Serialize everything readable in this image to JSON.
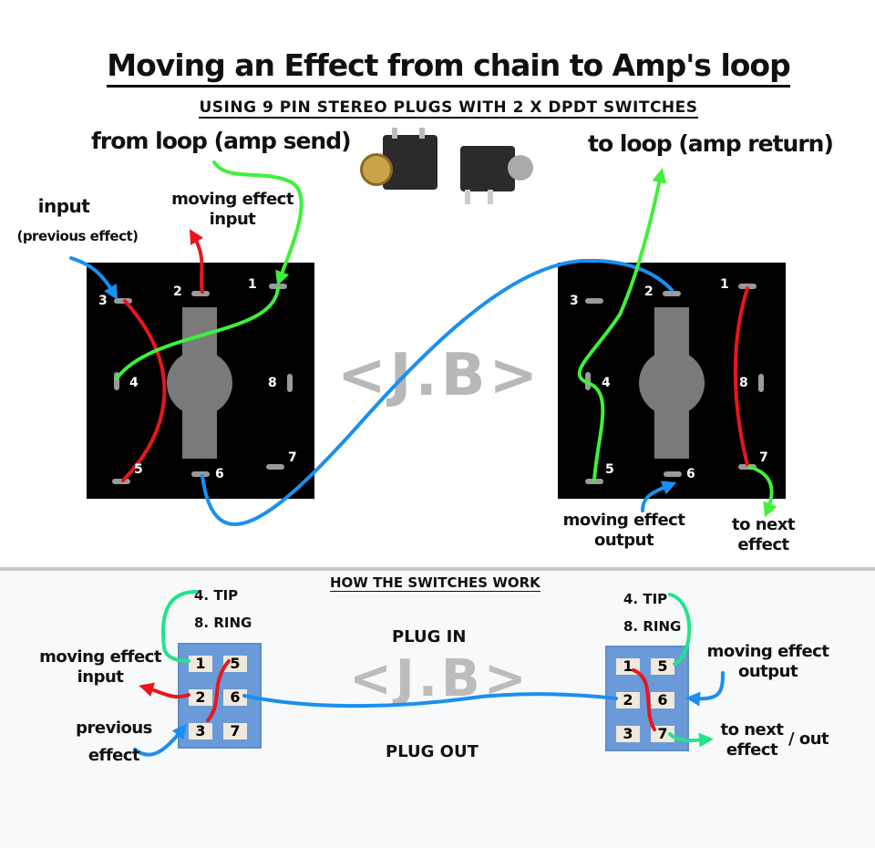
{
  "title": "Moving an Effect from chain to Amp's loop",
  "subtitle": "USING 9 PIN STEREO PLUGS WITH 2 X DPDT SWITCHES",
  "labels": {
    "from_loop": "from loop (amp send)",
    "to_loop": "to loop (amp return)",
    "input": "input",
    "input_sub": "(previous effect)",
    "moving_input": "moving effect",
    "moving_input2": "input",
    "moving_output": "moving effect",
    "moving_output2": "output",
    "to_next": "to next",
    "to_next2": "effect"
  },
  "watermark": "<J.B>",
  "pins": [
    "1",
    "2",
    "3",
    "4",
    "5",
    "6",
    "7",
    "8"
  ],
  "bottom": {
    "heading": "HOW THE SWITCHES WORK",
    "plug_in": "PLUG IN",
    "plug_out": "PLUG OUT",
    "tip": "4. TIP",
    "ring": "8. RING",
    "left_moving": "moving effect",
    "left_moving2": "input",
    "previous": "previous",
    "previous2": "effect",
    "right_moving": "moving effect",
    "right_moving2": "output",
    "to_next": "to next",
    "to_next2": "effect",
    "out": "/ out"
  },
  "colors": {
    "red": "#e8161b",
    "green": "#3ef03a",
    "blue": "#1a8ff0",
    "teal": "#22e48a",
    "switch": "#6a9ad8"
  }
}
